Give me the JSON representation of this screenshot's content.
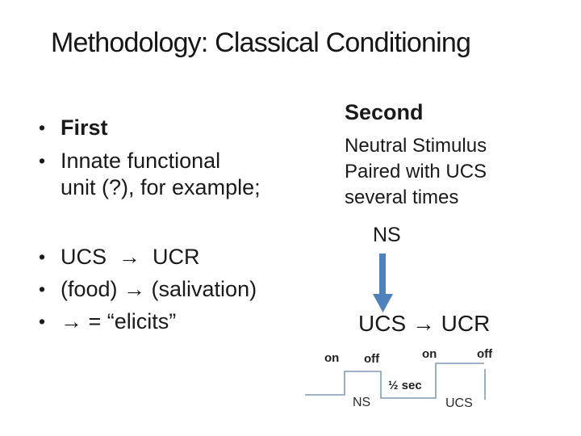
{
  "title": "Methodology: Classical Conditioning",
  "bullet_char": "•",
  "left": {
    "group1": {
      "item1": "First",
      "item2_lines": [
        "Innate functional",
        "unit (?), for example;"
      ]
    },
    "group2": [
      "UCS  →  UCR",
      "(food) → (salivation)",
      "→ = “elicits”"
    ]
  },
  "right": {
    "heading": "Second",
    "sub_lines": [
      "Neutral Stimulus",
      "Paired with UCS",
      "several times"
    ],
    "ns_label": "NS",
    "result": "UCS → UCR"
  },
  "timing": {
    "ns_on": "on",
    "ns_off": "off",
    "ucs_on": "on",
    "ucs_off": "off",
    "interval": "½ sec",
    "ns": "NS",
    "ucs": "UCS"
  },
  "colors": {
    "arrow_blue": "#4f81bd",
    "waveform_line": "#7f9cb4",
    "text": "#1a1a1a"
  }
}
